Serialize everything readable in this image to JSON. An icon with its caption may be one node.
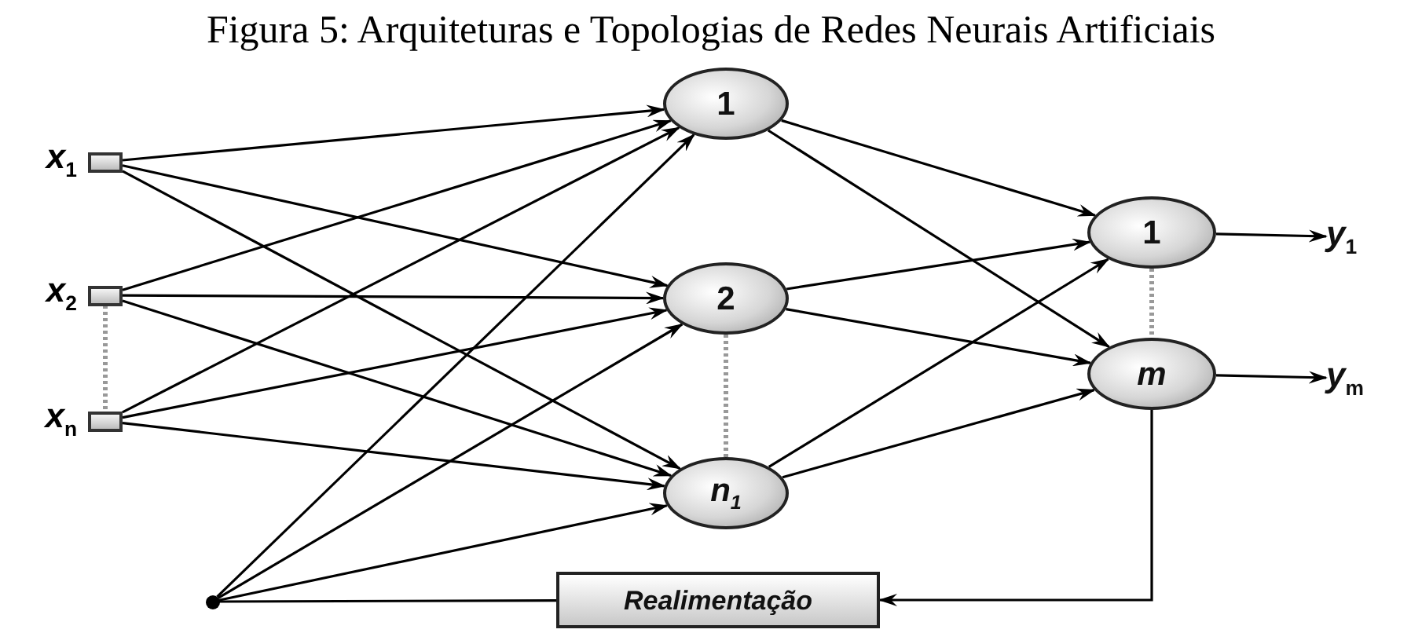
{
  "diagram": {
    "title": "Figura 5: Arquiteturas e Topologias de Redes Neurais Artificiais",
    "nodes": [
      {
        "text": [],
        "shape": "box",
        "beside": [
          "*x*$_{1}$"
        ]
      },
      {
        "text": [],
        "shape": "box",
        "beside": [
          "*x*$_{2}$"
        ]
      },
      {
        "text": [],
        "shape": "box",
        "beside": [
          "*x*$_{n}$"
        ]
      },
      {
        "text": [
          "1"
        ]
      },
      {
        "text": [
          "2"
        ]
      },
      {
        "text": [
          "*n*$_{1}$"
        ]
      },
      {
        "text": [
          "1"
        ]
      },
      {
        "text": [
          "m"
        ]
      },
      {
        "text": [
          "*y*$_{1}$"
        ]
      },
      {
        "text": [
          "*y*$_{m}$"
        ]
      },
      {
        "text": [],
        "shape": "circle"
      },
      {
        "text": [
          "Realimentação"
        ]
      }
    ],
    "edges": [
      {
        "from": 0,
        "to": 3,
        "arrow": "to"
      },
      {
        "from": 0,
        "to": 4,
        "arrow": "to"
      },
      {
        "from": 0,
        "to": 5,
        "arrow": "to"
      },
      {
        "from": 1,
        "to": 3,
        "arrow": "to"
      },
      {
        "from": 1,
        "to": 4,
        "arrow": "to"
      },
      {
        "from": 1,
        "to": 5,
        "arrow": "to"
      },
      {
        "from": 2,
        "to": 3,
        "arrow": "to"
      },
      {
        "from": 2,
        "to": 4,
        "arrow": "to"
      },
      {
        "from": 2,
        "to": 5,
        "arrow": "to"
      },
      {
        "from": 10,
        "to": 3,
        "arrow": "to"
      },
      {
        "from": 10,
        "to": 4,
        "arrow": "to"
      },
      {
        "from": 10,
        "to": 5,
        "arrow": "to"
      },
      {
        "from": 3,
        "to": 6,
        "arrow": "to"
      },
      {
        "from": 3,
        "to": 7,
        "arrow": "to"
      },
      {
        "from": 4,
        "to": 6,
        "arrow": "to"
      },
      {
        "from": 4,
        "to": 7,
        "arrow": "to"
      },
      {
        "from": 5,
        "to": 6,
        "arrow": "to"
      },
      {
        "from": 5,
        "to": 7,
        "arrow": "to"
      },
      {
        "from": 6,
        "to": 8,
        "arrow": "to"
      },
      {
        "from": 7,
        "to": 9,
        "arrow": "to"
      },
      {
        "from": 7,
        "to": 11,
        "arrow": "to"
      },
      {
        "from": 10,
        "to": 11,
        "arrow": "none"
      },
      {
        "from": 1,
        "to": 2,
        "arrow": "none",
        "style": "dashed",
        "color": "#999999"
      },
      {
        "from": 4,
        "to": 5,
        "arrow": "none",
        "style": "dashed",
        "color": "#999999"
      },
      {
        "from": 6,
        "to": 7,
        "arrow": "none",
        "style": "dashed",
        "color": "#999999"
      }
    ]
  }
}
